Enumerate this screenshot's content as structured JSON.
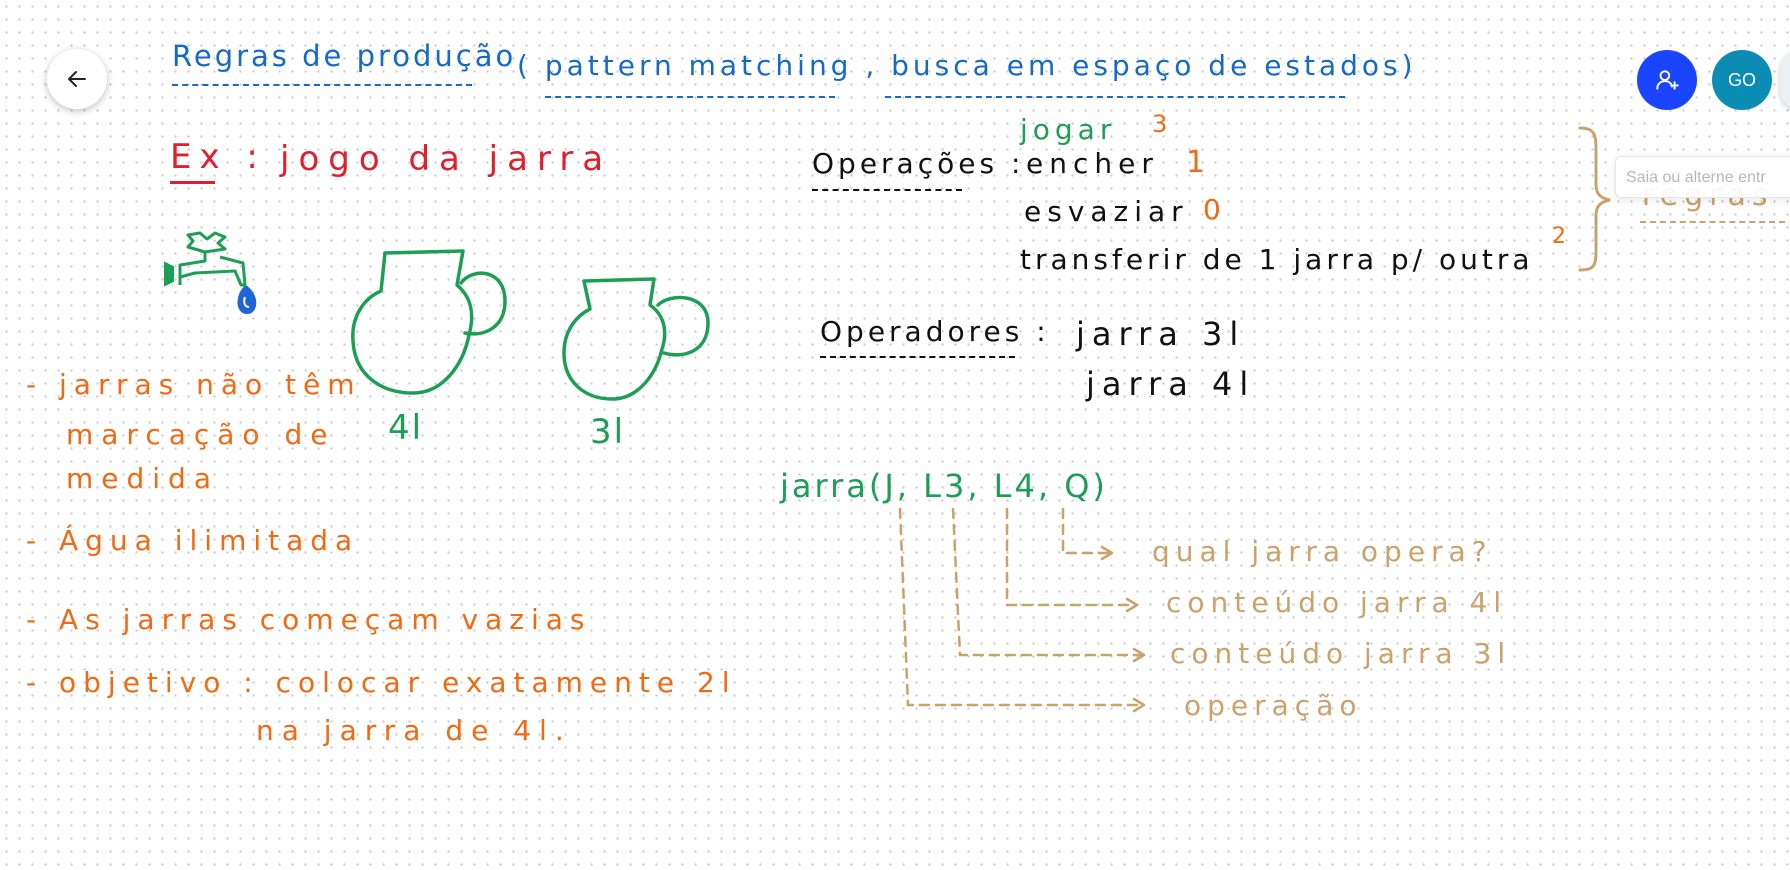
{
  "toolbar": {
    "avatar_initials": "GO"
  },
  "tooltip": {
    "text": "Saia ou alterne entr"
  },
  "canvas": {
    "title": "Regras de produção",
    "subtitle": "( pattern matching , busca em espaço de estados)",
    "example_label": "Ex :",
    "example_title": "jogo da jarra",
    "jar_large_label": "4l",
    "jar_small_label": "3l",
    "notes": [
      "- jarras não têm",
      "marcação de",
      "medida",
      "- Água ilimitada",
      "- As jarras começam vazias",
      "- objetivo : colocar exatamente 2l",
      "na jarra de 4l."
    ],
    "operations_label": "Operações :",
    "jogar_label": "jogar",
    "jogar_index": "3",
    "operations": [
      {
        "text": "encher",
        "index": "1"
      },
      {
        "text": "esvaziar",
        "index": "0"
      },
      {
        "text": "transferir de 1 jarra p/ outra",
        "index": "2"
      }
    ],
    "rules_label": "regras",
    "operators_label": "Operadores :",
    "operators": [
      "jarra 3l",
      "jarra 4l"
    ],
    "predicate": "jarra(J, L3, L4, Q)",
    "predicate_legend": [
      "qual jarra opera?",
      "conteúdo jarra 4l",
      "conteúdo jarra 3l",
      "operação"
    ]
  },
  "colors": {
    "blue_ink": "#1569c7",
    "red_ink": "#e01e2e",
    "green_ink": "#1e9e55",
    "orange_ink": "#ef6a12",
    "black_ink": "#111111",
    "tan_ink": "#c9a26c",
    "share_button": "#1a44ff",
    "avatar_bg": "#0c8bb3"
  },
  "icons": {
    "back": "arrow-left-icon",
    "share": "add-person-icon",
    "faucet": "faucet-icon",
    "jar_large": "jar-icon",
    "jar_small": "jar-icon",
    "brace": "curly-brace-icon"
  }
}
